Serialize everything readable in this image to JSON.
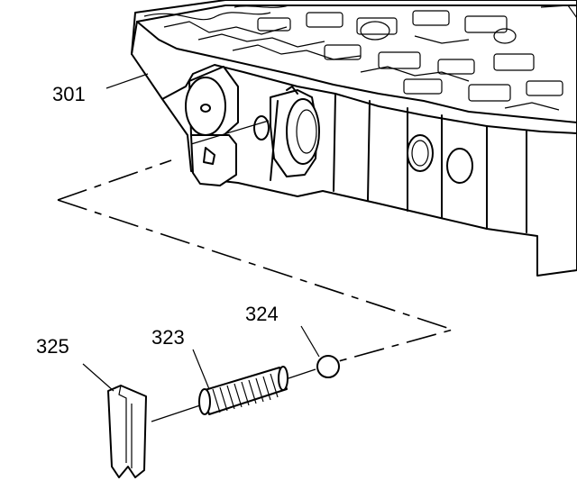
{
  "diagram": {
    "callouts": {
      "valve_body": "301",
      "spring": "323",
      "ball": "324",
      "retainer": "325"
    },
    "line_color": "#000000",
    "background": "#ffffff"
  }
}
